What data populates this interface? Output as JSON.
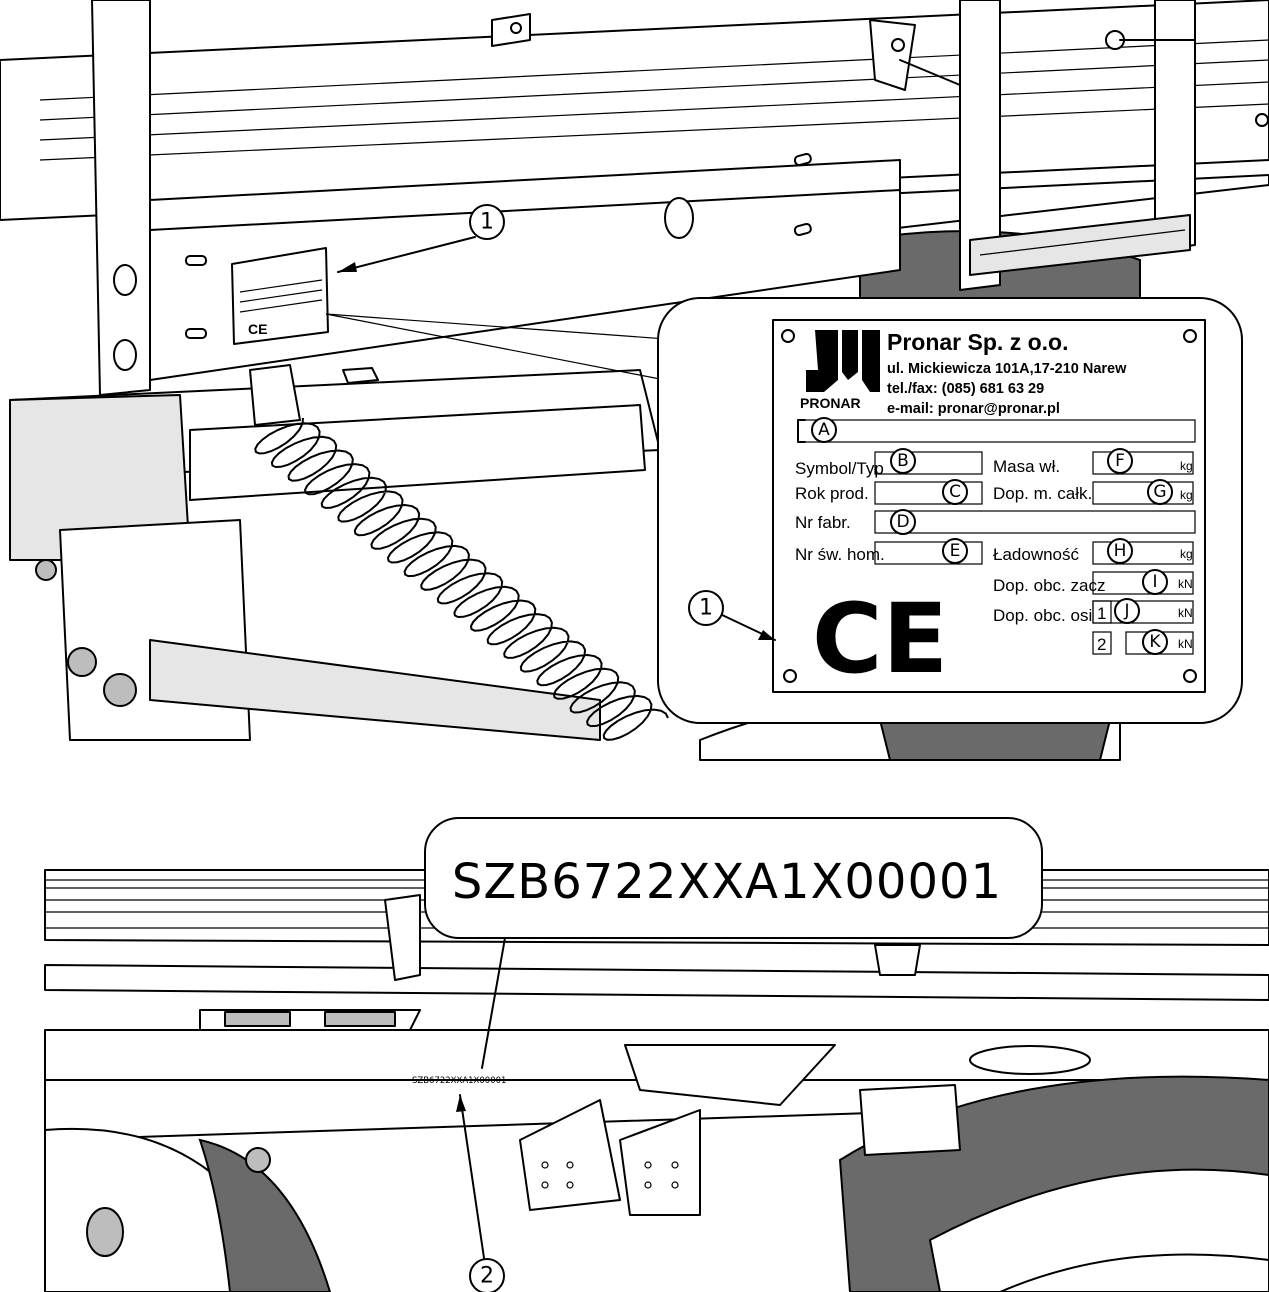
{
  "top_figure": {
    "callout_1_top": "1",
    "callout_1_inset": "1",
    "plate": {
      "logo_text": "PRONAR",
      "company": "Pronar Sp. z o.o.",
      "address": "ul. Mickiewicza 101A,17-210 Narew",
      "phone": "tel./fax: (085) 681 63 29",
      "email": "e-mail: pronar@pronar.pl",
      "ce_mark": "CE",
      "fields": {
        "A": "A",
        "B": "B",
        "C": "C",
        "D": "D",
        "E": "E",
        "F": "F",
        "G": "G",
        "H": "H",
        "I": "I",
        "J": "J",
        "K": "K"
      },
      "labels": {
        "symbol": "Symbol/Typ",
        "year": "Rok prod.",
        "serial": "Nr fabr.",
        "homologation": "Nr św. hom.",
        "own_mass": "Masa wł.",
        "total_mass": "Dop. m. całk.",
        "load_capacity": "Ładowność",
        "hitch_load": "Dop. obc. zacz",
        "axle_load": "Dop. obc. osi",
        "axle_1": "1",
        "axle_2": "2"
      },
      "units": {
        "kg": "kg",
        "kn": "kN"
      }
    }
  },
  "bottom_figure": {
    "vin_callout": "SZB6722XXA1X00001",
    "vin_stamp": "SZB6722XXA1X00001",
    "callout_2": "2"
  }
}
